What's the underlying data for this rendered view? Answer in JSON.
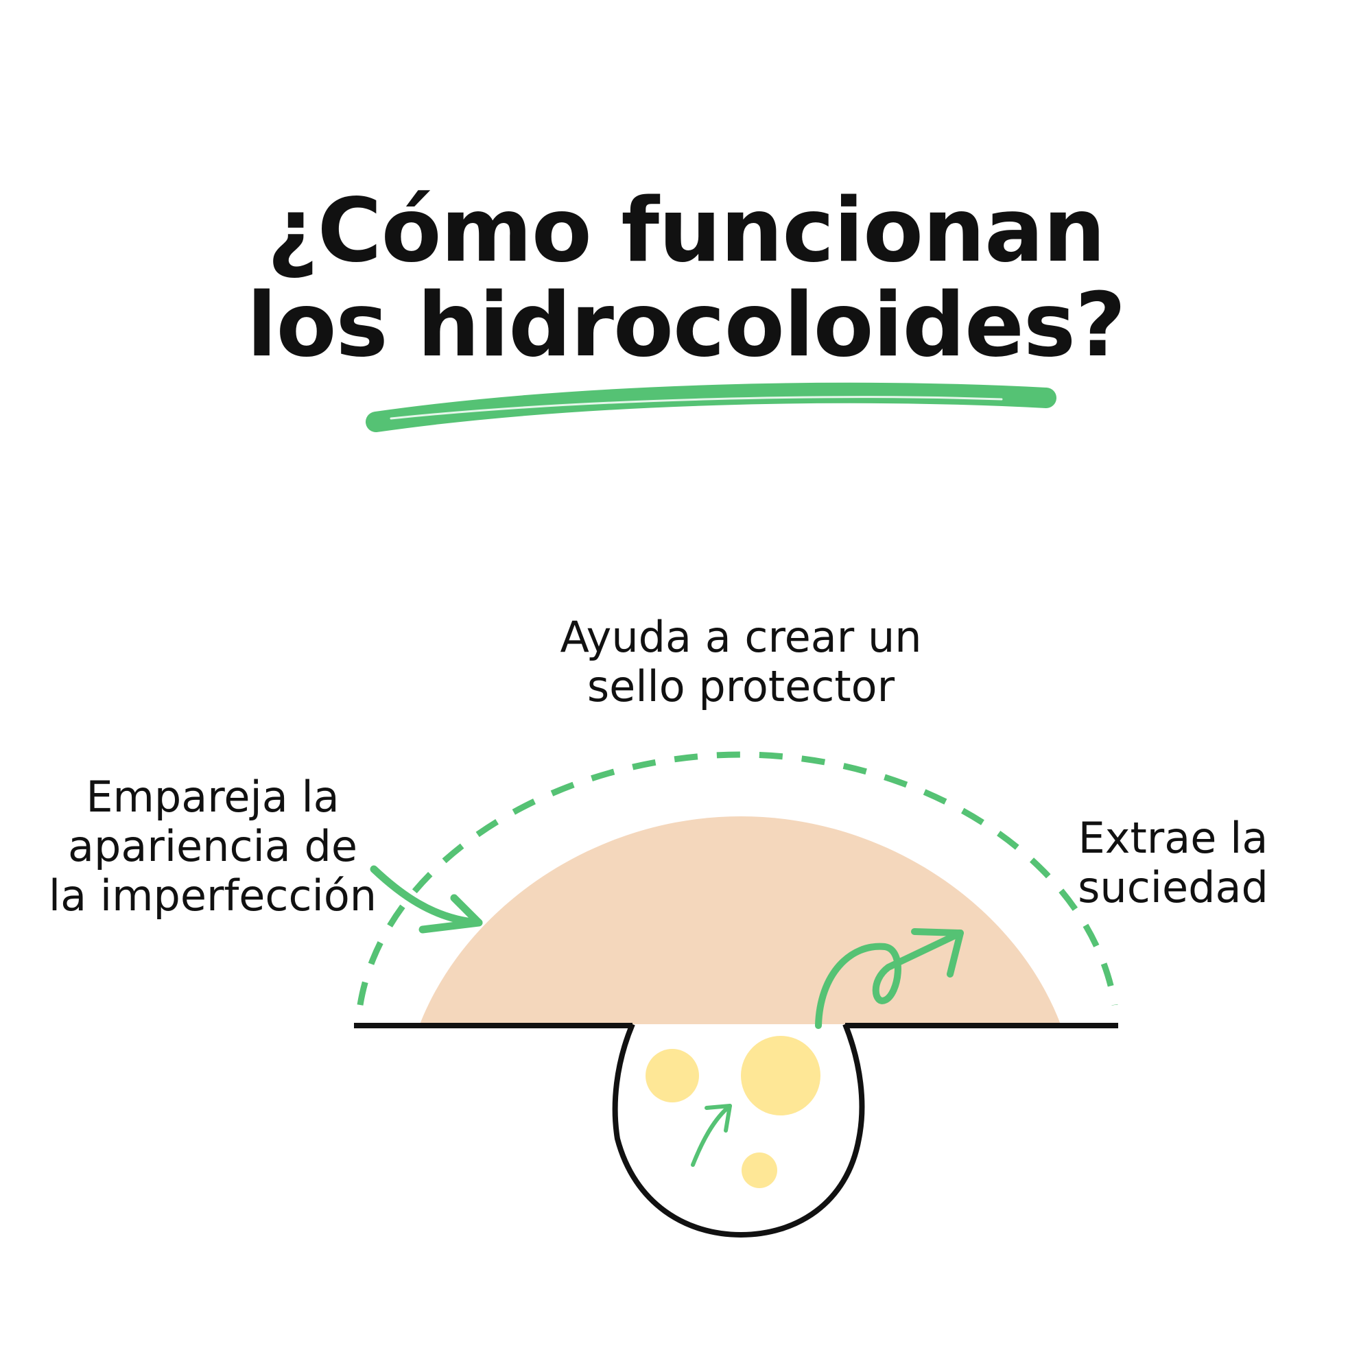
{
  "title": {
    "line1": "¿Cómo funcionan",
    "line2": "los hidrocoloides?"
  },
  "labels": {
    "top": {
      "line1": "Ayuda a crear un",
      "line2": "sello protector"
    },
    "left": {
      "line1": "Empareja la",
      "line2": "apariencia de",
      "line3": "la imperfección"
    },
    "right": {
      "line1": "Extrae la",
      "line2": "suciedad"
    }
  },
  "colors": {
    "accent_green": "#55c274",
    "patch": "#f4d7bc",
    "dirt": "#fee796",
    "ink": "#111111"
  }
}
